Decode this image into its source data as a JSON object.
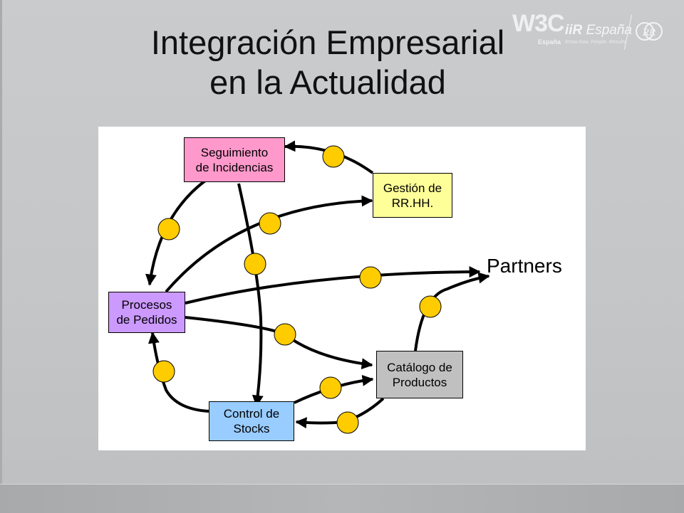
{
  "slide": {
    "title_line1": "Integración Empresarial",
    "title_line2": "en la Actualidad"
  },
  "logos": {
    "w3c": "W3C",
    "w3c_sub": "España",
    "iir_brand": "iiR",
    "iir_brand_suffix": "España",
    "iir_tagline": "Know-how. People. Results.",
    "seal_text": "RR"
  },
  "diagram": {
    "nodes": {
      "seguimiento": {
        "label": "Seguimiento\nde Incidencias",
        "color": "#ff99cc"
      },
      "gestion": {
        "label": "Gestión de\nRR.HH.",
        "color": "#ffff99"
      },
      "procesos": {
        "label": "Procesos\nde Pedidos",
        "color": "#cc99ff"
      },
      "catalogo": {
        "label": "Catálogo de\nProductos",
        "color": "#c0c0c0"
      },
      "control": {
        "label": "Control de\nStocks",
        "color": "#99ccff"
      }
    },
    "partners_label": "Partners",
    "connector_color": "#ffcc00"
  }
}
